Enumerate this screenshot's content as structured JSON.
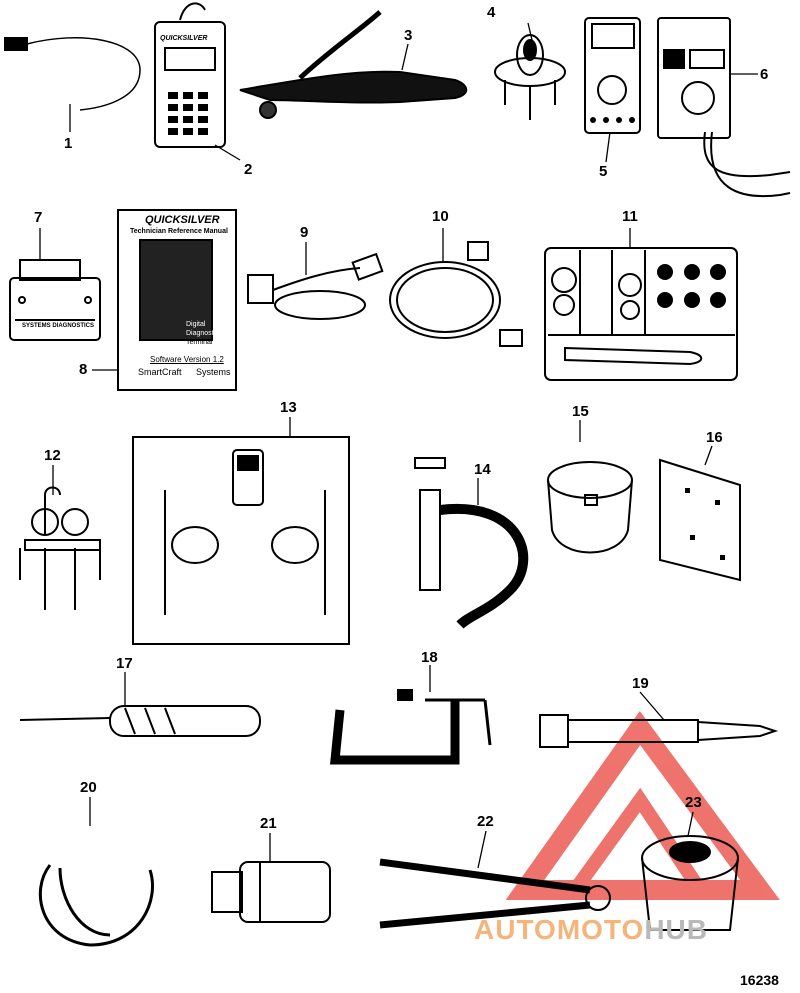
{
  "figure_id": "16238",
  "callouts": [
    "1",
    "2",
    "3",
    "4",
    "5",
    "6",
    "7",
    "8",
    "9",
    "10",
    "11",
    "12",
    "13",
    "14",
    "15",
    "16",
    "17",
    "18",
    "19",
    "20",
    "21",
    "22",
    "23"
  ],
  "device_brand": "QUICKSILVER",
  "terminal_screen_title": "DIGITAL DIAGNOSTIC TERMINAL",
  "systems_diagnostics_label": "SYSTEMS DIAGNOSTICS",
  "manual": {
    "brand": "QUICKSILVER",
    "title": "Technician Reference Manual",
    "lines": [
      "Digital",
      "Diagnostic",
      "Terminal"
    ],
    "software": "Software Version 1.2",
    "bottom_left": "SmartCraft",
    "bottom_right": "Systems"
  },
  "watermark": {
    "part1": "AUTOMOTO",
    "part2": "HUB"
  },
  "colors": {
    "ink": "#000000",
    "watermark_red": "#e8453c",
    "watermark_orange": "#f4b47a",
    "watermark_gray": "#b9b9b9"
  }
}
